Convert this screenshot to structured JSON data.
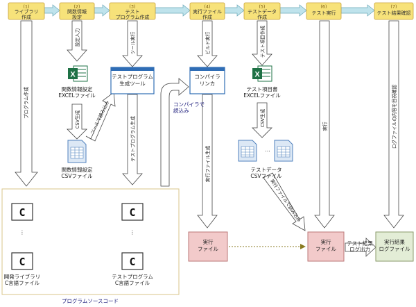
{
  "steps": [
    {
      "num": "(1)",
      "label": "ライブラリ\n作成"
    },
    {
      "num": "(2)",
      "label": "関数情報\n設定"
    },
    {
      "num": "(3)",
      "label": "テスト\nプログラム作成"
    },
    {
      "num": "(4)",
      "label": "実行ファイル\n作成"
    },
    {
      "num": "(5)",
      "label": "テストデータ\n作成"
    },
    {
      "num": "(6)",
      "label": "テスト実行"
    },
    {
      "num": "(7)",
      "label": "テスト結果確認"
    }
  ],
  "arrow_labels": {
    "program_create": "プログラム作成",
    "setting_input": "設定入力",
    "tool_run": "ツール実行",
    "build_run": "ビルド実行",
    "test_item_create": "テスト項目作成",
    "csv_gen_1": "CSV生成",
    "csv_gen_2": "CSV生成",
    "tool_load": "ツールで読み込み",
    "test_program_gen": "テストプログラム生成",
    "exe_gen": "実行ファイル生成",
    "exec": "実行",
    "log_check": "ログファイルの内容を目視確認",
    "exe_load": "実行ファイルで読み込み",
    "compiler_load": "コンパイラで\n読込み",
    "test_result_log": "テスト結果\nログ出力"
  },
  "items": {
    "excel_func": "関数情報設定\nEXCELファイル",
    "csv_func": "関数情報設定\nCSVファイル",
    "tool_box": "テストプログラム\n生成ツール",
    "compiler_box": "コンパイラ\nリンカ",
    "excel_test": "テスト項目書\nEXCELファイル",
    "csv_test": "テストデータ\nCSVファイル",
    "exe1": "実行\nファイル",
    "exe2": "実行\nファイル",
    "result_log": "実行結果\nログファイル",
    "lib_src": "開発ライブラリ\nC言語ファイル",
    "test_src": "テストプログラム\nC言語ファイル",
    "source_group": "プログラムソースコード",
    "c_letter": "C",
    "vdots": "⋮",
    "ellipsis": "…",
    "excel_letter": "X"
  },
  "colors": {
    "step_fill": "#f7e27a",
    "arrow_fill": "#bfe3ec",
    "excel_green": "#1e7145",
    "csv_blue": "#4f81bd",
    "tool_blue": "#2f6db5",
    "exe_red": "#f2caca",
    "log_green": "#e3edd6"
  }
}
